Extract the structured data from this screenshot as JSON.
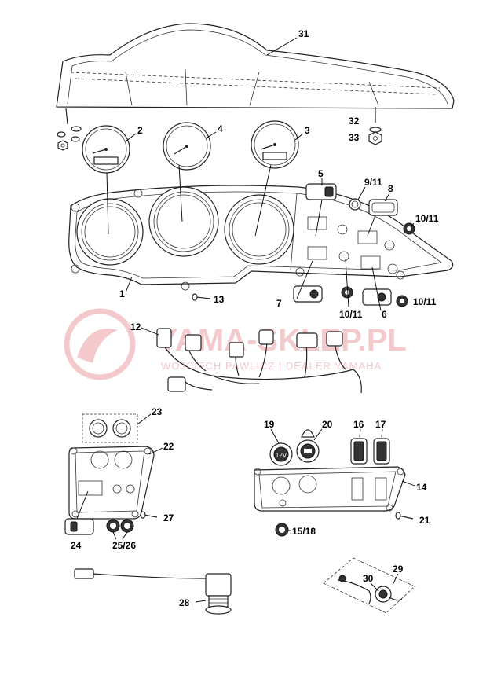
{
  "watermark": {
    "brand": "YAMA-SKLEP.PL",
    "subline": "WOJCIECH PAWLICZ | DEALER YAMAHA",
    "color": "#f4c9cc"
  },
  "parts": [
    {
      "id": "31"
    },
    {
      "id": "2"
    },
    {
      "id": "4"
    },
    {
      "id": "3"
    },
    {
      "id": "32"
    },
    {
      "id": "33"
    },
    {
      "id": "5"
    },
    {
      "id": "9/11"
    },
    {
      "id": "8"
    },
    {
      "id": "10/11"
    },
    {
      "id": "1"
    },
    {
      "id": "13"
    },
    {
      "id": "7"
    },
    {
      "id": "10/11"
    },
    {
      "id": "6"
    },
    {
      "id": "10/11"
    },
    {
      "id": "12"
    },
    {
      "id": "23"
    },
    {
      "id": "22"
    },
    {
      "id": "27"
    },
    {
      "id": "24"
    },
    {
      "id": "25/26"
    },
    {
      "id": "19"
    },
    {
      "id": "20"
    },
    {
      "id": "16"
    },
    {
      "id": "17"
    },
    {
      "id": "14"
    },
    {
      "id": "21"
    },
    {
      "id": "15/18"
    },
    {
      "id": "29"
    },
    {
      "id": "30"
    },
    {
      "id": "28"
    }
  ]
}
